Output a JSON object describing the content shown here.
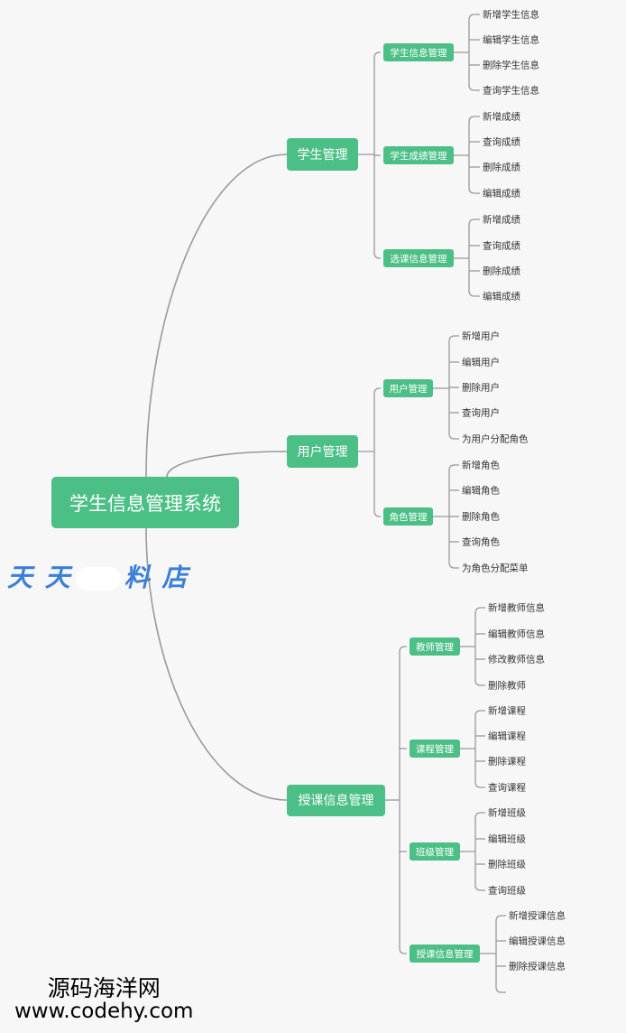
{
  "root": "学生信息管理系统",
  "colors": {
    "node": "#4cbf86",
    "line": "#999999",
    "background": "#f7f7f7"
  },
  "branches": [
    {
      "label": "学生管理",
      "children": [
        {
          "label": "学生信息管理",
          "leaves": [
            "新增学生信息",
            "编辑学生信息",
            "删除学生信息",
            "查询学生信息"
          ]
        },
        {
          "label": "学生成绩管理",
          "leaves": [
            "新增成绩",
            "查询成绩",
            "删除成绩",
            "编辑成绩"
          ]
        },
        {
          "label": "选课信息管理",
          "leaves": [
            "新增成绩",
            "查询成绩",
            "删除成绩",
            "编辑成绩"
          ]
        }
      ]
    },
    {
      "label": "用户管理",
      "children": [
        {
          "label": "用户管理",
          "leaves": [
            "新增用户",
            "编辑用户",
            "删除用户",
            "查询用户",
            "为用户分配角色"
          ]
        },
        {
          "label": "角色管理",
          "leaves": [
            "新增角色",
            "编辑角色",
            "删除角色",
            "查询角色",
            "为角色分配菜单"
          ]
        }
      ]
    },
    {
      "label": "授课信息管理",
      "children": [
        {
          "label": "教师管理",
          "leaves": [
            "新增教师信息",
            "编辑教师信息",
            "修改教师信息",
            "删除教师"
          ]
        },
        {
          "label": "课程管理",
          "leaves": [
            "新增课程",
            "编辑课程",
            "删除课程",
            "查询课程"
          ]
        },
        {
          "label": "班级管理",
          "leaves": [
            "新增班级",
            "编辑班级",
            "删除班级",
            "查询班级"
          ]
        },
        {
          "label": "授课信息管理",
          "leaves": [
            "新增授课信息",
            "编辑授课信息",
            "删除授课信息",
            ""
          ]
        }
      ]
    }
  ],
  "watermarks": {
    "shop_left": "天 天",
    "shop_right": "料 店",
    "site_name": "源码海洋网",
    "site_url": "www.codehy.com"
  }
}
